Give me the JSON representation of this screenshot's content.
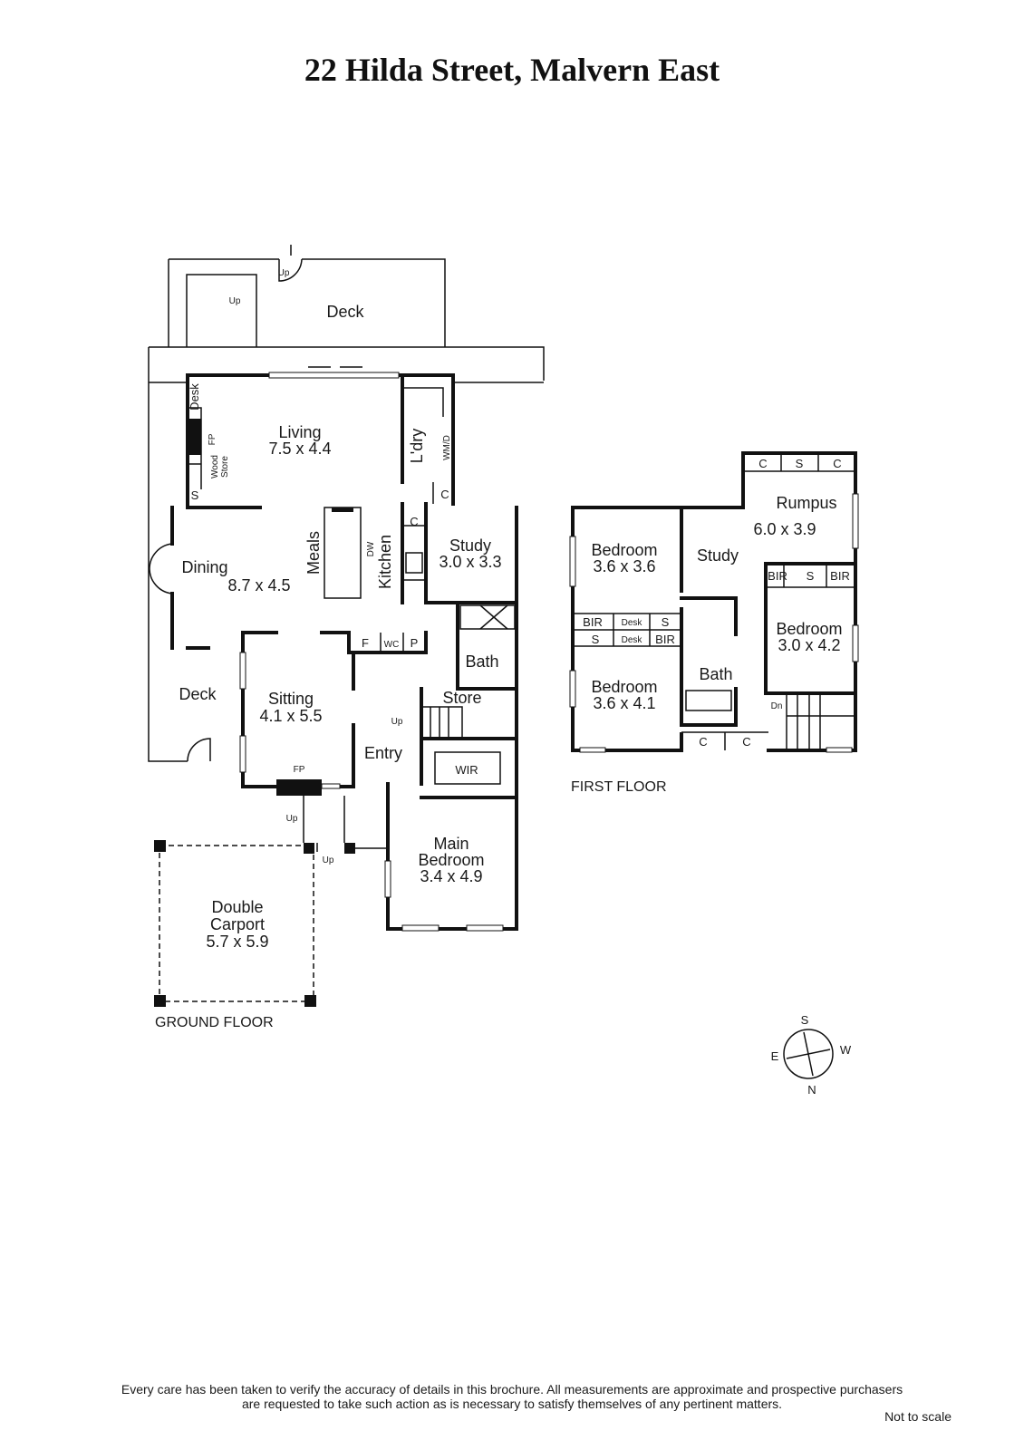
{
  "title": "22 Hilda Street, Malvern East",
  "ground_floor": {
    "label": "GROUND FLOOR",
    "rooms": {
      "deck_top": "Deck",
      "living": "Living",
      "living_dim": "7.5 x 4.4",
      "dining": "Dining",
      "dining_dim": "8.7 x 4.5",
      "meals": "Meals",
      "kitchen": "Kitchen",
      "dw": "DW",
      "laundry": "L'dry",
      "wmd": "WM/D",
      "study": "Study",
      "study_dim": "3.0 x 3.3",
      "bath": "Bath",
      "store": "Store",
      "deck_side": "Deck",
      "sitting": "Sitting",
      "sitting_dim": "4.1 x 5.5",
      "entry": "Entry",
      "wir": "WIR",
      "main_bedroom_1": "Main",
      "main_bedroom_2": "Bedroom",
      "main_bedroom_dim": "3.4 x 4.9",
      "carport_1": "Double",
      "carport_2": "Carport",
      "carport_dim": "5.7 x 5.9"
    },
    "small": {
      "desk": "Desk",
      "fp": "FP",
      "wood": "Wood",
      "store": "Store",
      "s": "S",
      "c": "C",
      "f": "F",
      "wc": "WC",
      "p": "P",
      "up": "Up"
    }
  },
  "first_floor": {
    "label": "FIRST FLOOR",
    "rooms": {
      "rumpus": "Rumpus",
      "rumpus_dim": "6.0 x 3.9",
      "study": "Study",
      "bedroom1": "Bedroom",
      "bedroom1_dim": "3.6 x 3.6",
      "bedroom2": "Bedroom",
      "bedroom2_dim": "3.6 x 4.1",
      "bedroom3": "Bedroom",
      "bedroom3_dim": "3.0 x 4.2",
      "bath": "Bath"
    },
    "small": {
      "c": "C",
      "s": "S",
      "bir": "BIR",
      "desk": "Desk",
      "dn": "Dn"
    }
  },
  "compass": {
    "n": "N",
    "s": "S",
    "e": "E",
    "w": "W"
  },
  "disclaimer_1": "Every care has been taken to verify the accuracy of details in this brochure.  All measurements are approximate and prospective purchasers",
  "disclaimer_2": "are requested to take such action as is necessary to satisfy themselves of any pertinent matters.",
  "not_to_scale": "Not to scale"
}
